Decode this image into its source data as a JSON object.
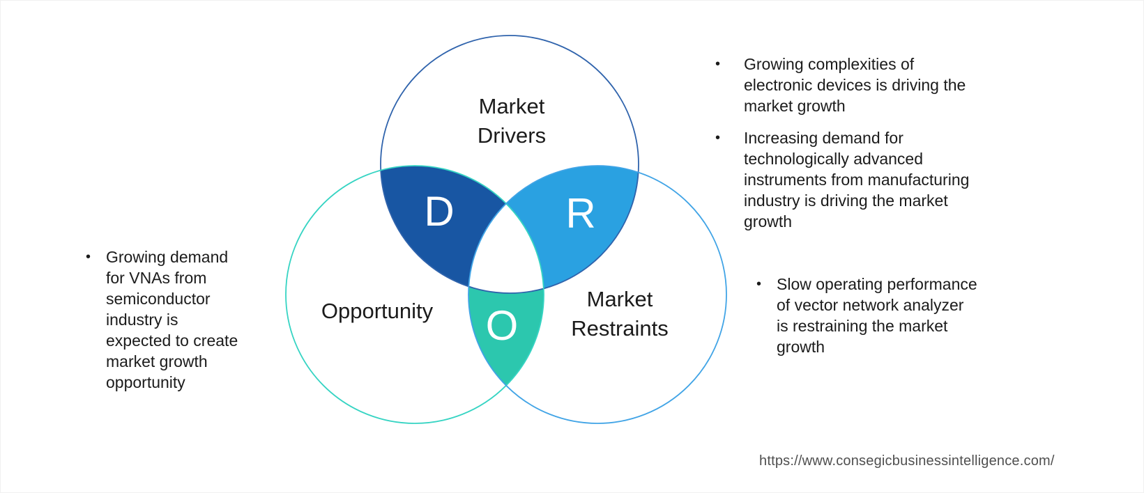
{
  "venn": {
    "circles": {
      "drivers": {
        "label": "Market\nDrivers",
        "stroke": "#2f63ac"
      },
      "opportunity": {
        "label": "Opportunity",
        "stroke": "#36d4c3"
      },
      "restraints": {
        "label": "Market\nRestraints",
        "stroke": "#41a4e6"
      }
    },
    "intersections": {
      "drivers_opportunity": {
        "letter": "D",
        "fill": "#1856a3"
      },
      "drivers_restraints": {
        "letter": "R",
        "fill": "#2aa1e1"
      },
      "opportunity_restraints": {
        "letter": "O",
        "fill": "#2cc7ae"
      }
    }
  },
  "annotations": {
    "left": {
      "bullets": [
        "Growing demand\nfor VNAs from\nsemiconductor\nindustry is\nexpected to create\nmarket growth\nopportunity"
      ]
    },
    "top_right": {
      "bullets": [
        "Growing complexities of\nelectronic devices is driving the\nmarket growth",
        "Increasing demand for\ntechnologically advanced\ninstruments from manufacturing\nindustry is driving the market\ngrowth"
      ]
    },
    "bottom_right": {
      "bullets": [
        "Slow operating performance\nof vector network analyzer\nis restraining the market\ngrowth"
      ]
    }
  },
  "glyphs": {
    "bullet": "•"
  },
  "footer": {
    "url": "https://www.consegicbusinessintelligence.com/"
  }
}
